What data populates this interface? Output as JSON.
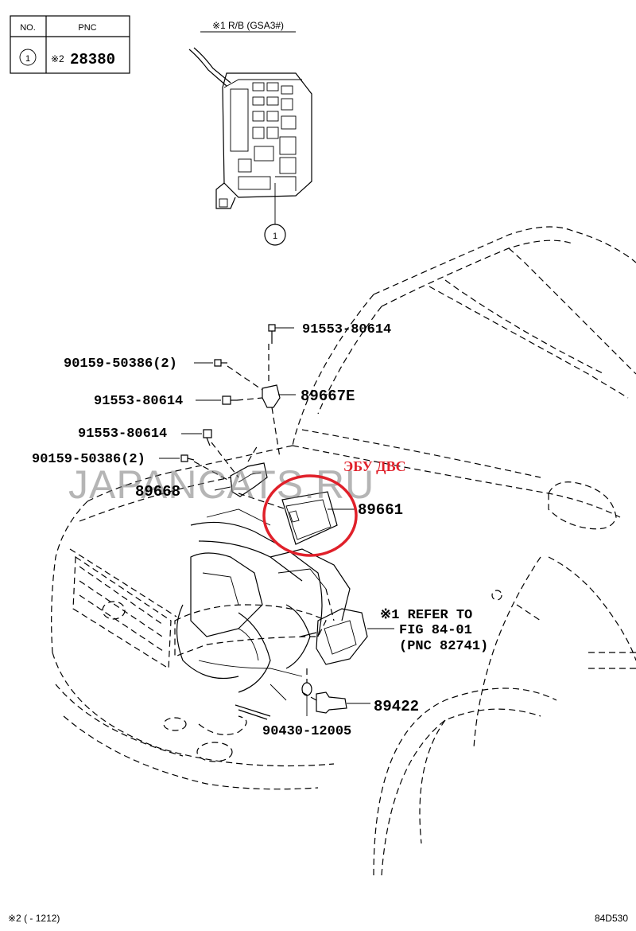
{
  "parts_table": {
    "header_no": "NO.",
    "header_pnc": "PNC",
    "row_no": "1",
    "row_ref": "※2",
    "row_pnc": "28380"
  },
  "relay_block_title": "※1 R/B (GSA3#)",
  "relay_callout": "1",
  "labels": {
    "p91553_top": "91553-80614",
    "p90159_top": "90159-50386(2)",
    "p89667e": "89667E",
    "p91553_mid": "91553-80614",
    "p91553_low": "91553-80614",
    "p90159_low": "90159-50386(2)",
    "p89668": "89668",
    "p89661": "89661",
    "ecu_annotation": "ЭБУ ДВС",
    "refer_line1": "※1 REFER TO",
    "refer_line2": "FIG 84-01",
    "refer_line3": "(PNC 82741)",
    "p89422": "89422",
    "p90430": "90430-12005"
  },
  "watermark": "JAPANCATS.RU",
  "footnote": "※2 (      - 1212)",
  "figure_code": "84D530",
  "colors": {
    "highlight_circle": "#e0202a",
    "ecu_annotation": "#e0202a",
    "lines": "#000000"
  }
}
